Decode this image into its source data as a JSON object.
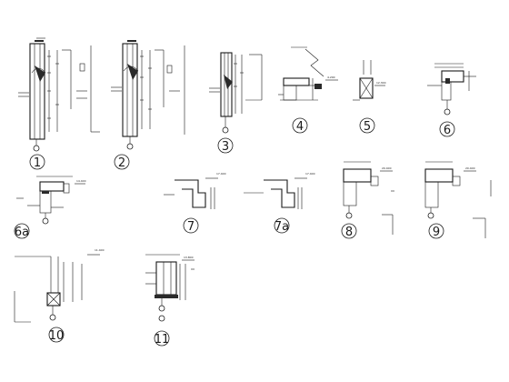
{
  "details": [
    {
      "id": "d1",
      "label": "1"
    },
    {
      "id": "d2",
      "label": "2"
    },
    {
      "id": "d3",
      "label": "3"
    },
    {
      "id": "d4",
      "label": "4"
    },
    {
      "id": "d5",
      "label": "5"
    },
    {
      "id": "d6",
      "label": "6"
    },
    {
      "id": "d6a",
      "label": "6a"
    },
    {
      "id": "d7",
      "label": "7"
    },
    {
      "id": "d7a",
      "label": "7a"
    },
    {
      "id": "d8",
      "label": "8"
    },
    {
      "id": "d9",
      "label": "9"
    },
    {
      "id": "d10",
      "label": "10"
    },
    {
      "id": "d11",
      "label": "11"
    }
  ],
  "elevations": {
    "d7": "17.400",
    "d7a": "17.400",
    "d8": "20.400",
    "d9": "20.400",
    "d10": "11.400",
    "d11": "13.800",
    "d6a": "14.400",
    "d4": "4.200",
    "d5": "12.300"
  }
}
